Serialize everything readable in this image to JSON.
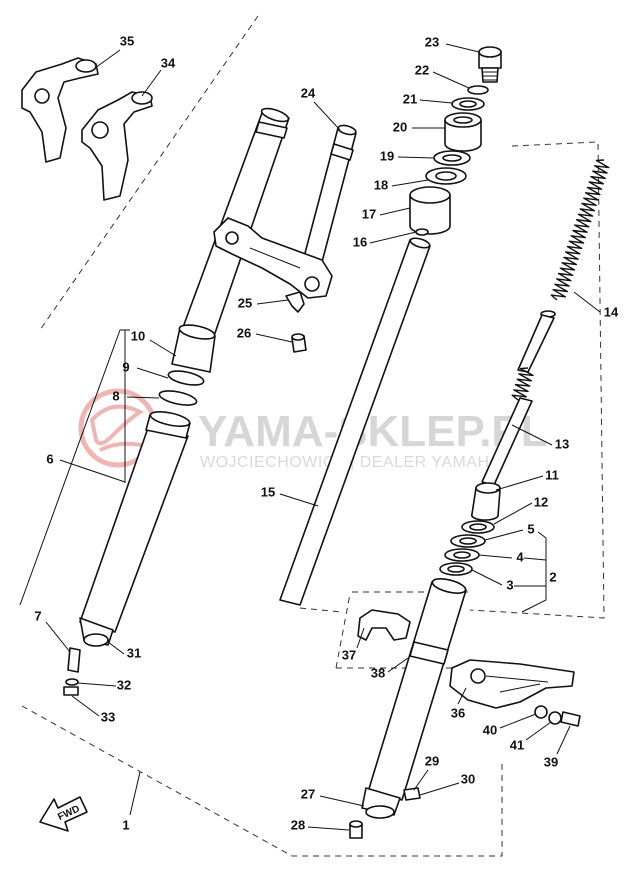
{
  "watermark": {
    "title": "YAMA-SKLEP.PL",
    "subtitle": "WOJCIECHOWICZ | DEALER YAMAHA"
  },
  "direction_marker": "FWD",
  "colors": {
    "line": "#111111",
    "watermark_text": "#d6d6d6",
    "watermark_logo": "#f2b3b3"
  },
  "callouts": {
    "c1": "1",
    "c2": "2",
    "c3": "3",
    "c4": "4",
    "c5": "5",
    "c6": "6",
    "c7": "7",
    "c8": "8",
    "c9": "9",
    "c10": "10",
    "c11": "11",
    "c12": "12",
    "c13": "13",
    "c14": "14",
    "c15": "15",
    "c16": "16",
    "c17": "17",
    "c18": "18",
    "c19": "19",
    "c20": "20",
    "c21": "21",
    "c22": "22",
    "c23": "23",
    "c24": "24",
    "c25": "25",
    "c26": "26",
    "c27": "27",
    "c28": "28",
    "c29": "29",
    "c30": "30",
    "c31": "31",
    "c32": "32",
    "c33": "33",
    "c34": "34",
    "c35": "35",
    "c36": "36",
    "c37": "37",
    "c38": "38",
    "c39": "39",
    "c40": "40",
    "c41": "41"
  }
}
